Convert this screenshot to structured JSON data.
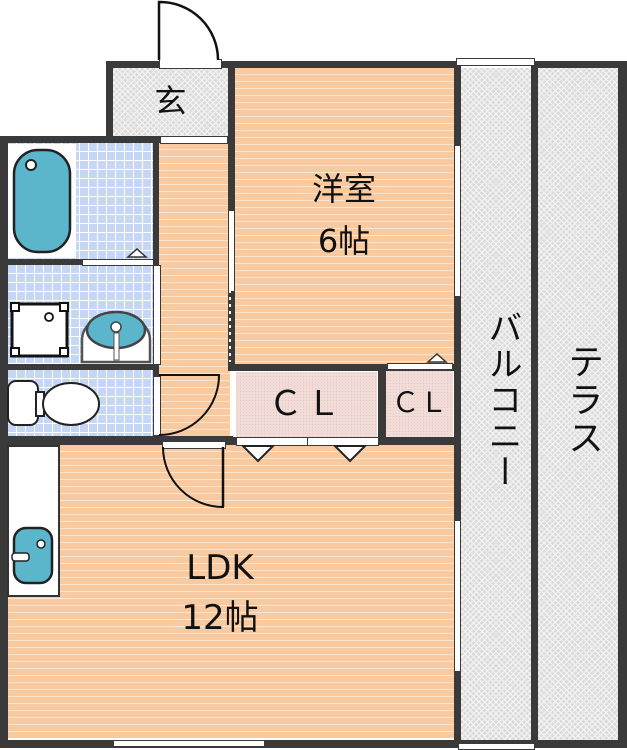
{
  "floor_plan": {
    "rooms": {
      "entrance": {
        "label": "玄"
      },
      "western_room": {
        "name": "洋室",
        "size": "6帖"
      },
      "closet_large": {
        "label": "ＣＬ"
      },
      "closet_small": {
        "label": "ＣＬ"
      },
      "ldk": {
        "name": "LDK",
        "size": "12帖"
      },
      "balcony": {
        "label": "バルコニー"
      },
      "terrace": {
        "label": "テラス"
      }
    },
    "fixtures": [
      "bathtub",
      "washing-machine-space",
      "washbasin",
      "toilet",
      "kitchen-sink"
    ],
    "colors": {
      "wall": "#3a3a3a",
      "wood_floor": "#f9c9a0",
      "tile_floor": "#c5d7f5",
      "outdoor_floor": "#dcdcdc",
      "closet_floor": "#f2dcd8",
      "fixture_blue": "#5bb6cc"
    }
  }
}
